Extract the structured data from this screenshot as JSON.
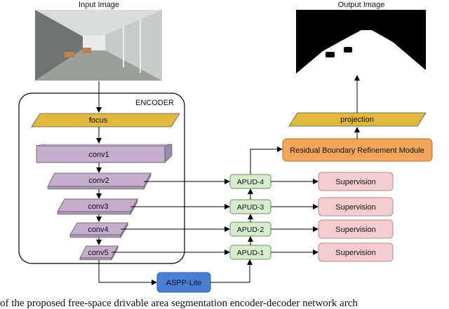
{
  "input_image": {
    "title": "Input Image"
  },
  "output_image": {
    "title": "Output Image"
  },
  "encoder": {
    "title": "ENCODER",
    "layers": [
      "focus",
      "conv1",
      "conv2",
      "conv3",
      "conv4",
      "conv5"
    ]
  },
  "aspp": {
    "label": "ASPP-Lite"
  },
  "apud": [
    "APUD-4",
    "APUD-3",
    "APUD-2",
    "APUD-1"
  ],
  "supervision_label": "Supervision",
  "refinement": {
    "label": "Residual Boundary Refinement Module"
  },
  "projection": {
    "label": "projection"
  },
  "caption": "of the proposed free-space drivable area segmentation encoder-decoder network arch",
  "colors": {
    "focus": "#e0b93e",
    "conv": "#c4aecb",
    "apud": "#d7eccf",
    "supervision": "#f5ccd0",
    "refinement": "#f2a65c",
    "aspp": "#4a7fd6"
  }
}
